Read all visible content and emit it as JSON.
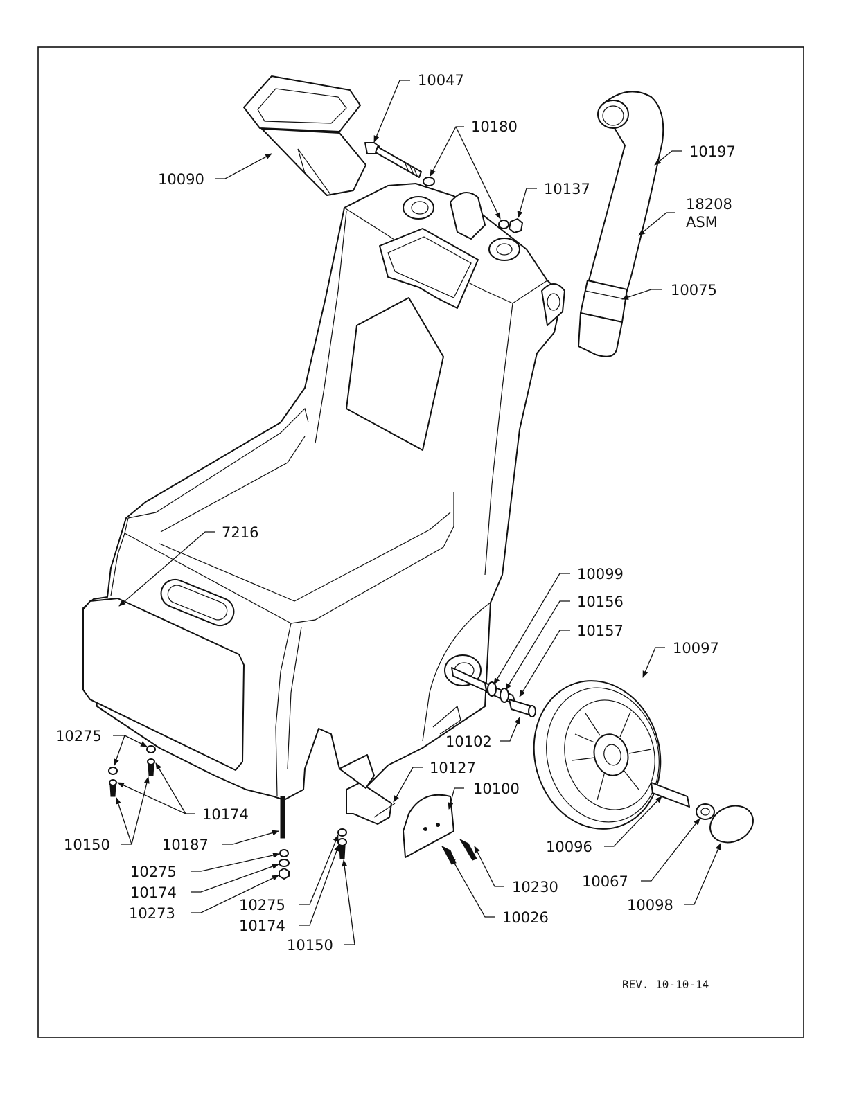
{
  "revision": "REV. 10-10-14",
  "callouts": {
    "c10047": "10047",
    "c10180": "10180",
    "c10090": "10090",
    "c10137": "10137",
    "c10197": "10197",
    "c18208": "18208",
    "c18208_sub": "ASM",
    "c10075": "10075",
    "c7216": "7216",
    "c10099": "10099",
    "c10156": "10156",
    "c10157": "10157",
    "c10097": "10097",
    "c10102": "10102",
    "c10127": "10127",
    "c10100": "10100",
    "c10275_a": "10275",
    "c10174_a": "10174",
    "c10150_a": "10150",
    "c10187": "10187",
    "c10275_b": "10275",
    "c10174_b": "10174",
    "c10273": "10273",
    "c10275_c": "10275",
    "c10174_c": "10174",
    "c10150_c": "10150",
    "c10096": "10096",
    "c10230": "10230",
    "c10026": "10026",
    "c10067": "10067",
    "c10098": "10098"
  }
}
